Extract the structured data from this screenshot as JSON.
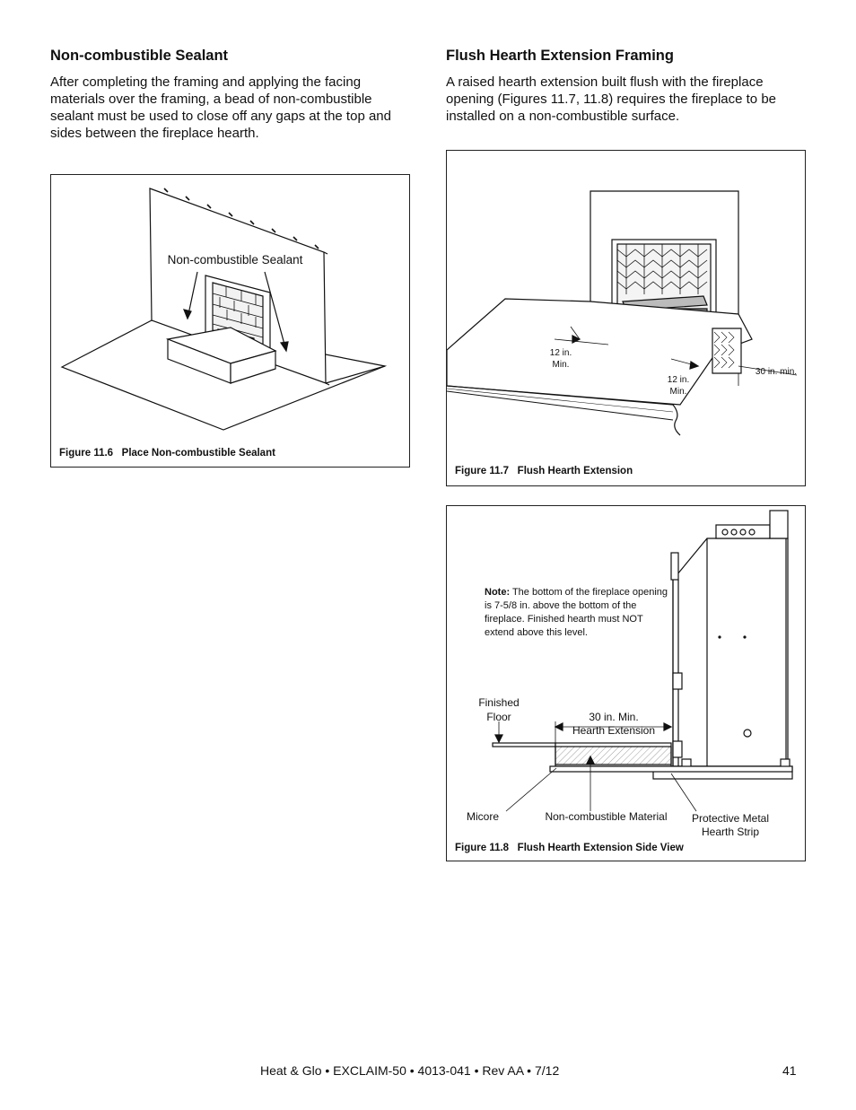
{
  "left": {
    "heading": "Non-combustible Sealant",
    "body": "After completing the framing and applying the facing materials over the framing, a bead of non-combustible sealant must be used to close off any gaps at the top and sides between the fireplace hearth."
  },
  "right": {
    "heading": "Flush Hearth Extension Framing",
    "body": "A raised hearth extension built flush with the fireplace opening (Figures 11.7, 11.8) requires the fireplace to be installed on a non-combustible surface."
  },
  "fig6": {
    "caption": "Figure 11.6   Place Non-combustible Sealant",
    "label_sealant": "Non-combustible Sealant"
  },
  "fig7": {
    "caption": "Figure 11.7   Flush Hearth Extension",
    "label_12a": "12 in.\nMin.",
    "label_12b": "12 in.\nMin.",
    "label_30": "30 in. min."
  },
  "fig8": {
    "caption": "Figure 11.8   Flush Hearth Extension Side View",
    "note_bold": "Note:",
    "note_text": " The bottom of the fireplace opening is 7-5/8 in. above the bottom of the fireplace. Finished hearth must NOT extend above this level.",
    "label_floor": "Finished\nFloor",
    "label_30": "30 in. Min.\nHearth Extension",
    "label_micore": "Micore",
    "label_noncomb": "Non-combustible Material",
    "label_strip": "Protective Metal\nHearth Strip"
  },
  "footer": {
    "text": "Heat & Glo • EXCLAIM-50 • 4013-041 • Rev AA • 7/12",
    "page": "41"
  }
}
